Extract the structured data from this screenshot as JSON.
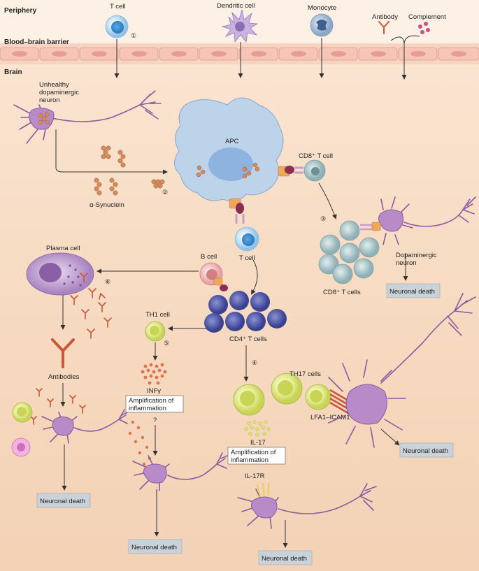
{
  "zones": {
    "periphery": "Periphery",
    "bbb": "Blood–brain barrier",
    "brain": "Brain"
  },
  "periphery_cells": {
    "t_cell": "T cell",
    "dendritic": "Dendritic cell",
    "monocyte": "Monocyte",
    "antibody": "Antibody",
    "complement": "Complement"
  },
  "labels": {
    "unhealthy_neuron_1": "Unhealthy",
    "unhealthy_neuron_2": "dopaminergic",
    "unhealthy_neuron_3": "neuron",
    "apc": "APC",
    "synuclein": "α-Synuclein",
    "cd8_t_cell": "CD8⁺ T cell",
    "t_cell": "T cell",
    "b_cell": "B cell",
    "plasma_cell": "Plasma cell",
    "antibodies": "Antibodies",
    "cd8_t_cells": "CD8⁺ T cells",
    "dopaminergic_1": "Dopaminergic",
    "dopaminergic_2": "neuron",
    "th1_cell": "TH1 cell",
    "infg": "INFγ",
    "question": "?",
    "cd4_t_cells": "CD4⁺ T cells",
    "th17_cells": "TH17 cells",
    "lfa": "LFA1–ICAM1",
    "il17": "IL-17",
    "il17r": "IL-17R"
  },
  "boxes": {
    "neuronal_death": "Neuronal death",
    "amplification_1": "Amplification of",
    "amplification_2": "inflammation"
  },
  "steps": [
    "①",
    "②",
    "③",
    "④",
    "⑤",
    "⑥"
  ],
  "colors": {
    "background": "#f6d9bf",
    "periphery": "#fbe6d4",
    "bbb_cell": "#f2b9a9",
    "neuron": "#8e5a9e",
    "apc": "#bcd3ea",
    "cd4": "#3a4190",
    "cd8": "#9fbcc0",
    "th": "#d8e26a",
    "antibody": "#c9563a",
    "synuclein": "#d38b5e",
    "plasma": "#b998c9",
    "complement": "#cc4f87",
    "box": "#c9d2d8"
  }
}
